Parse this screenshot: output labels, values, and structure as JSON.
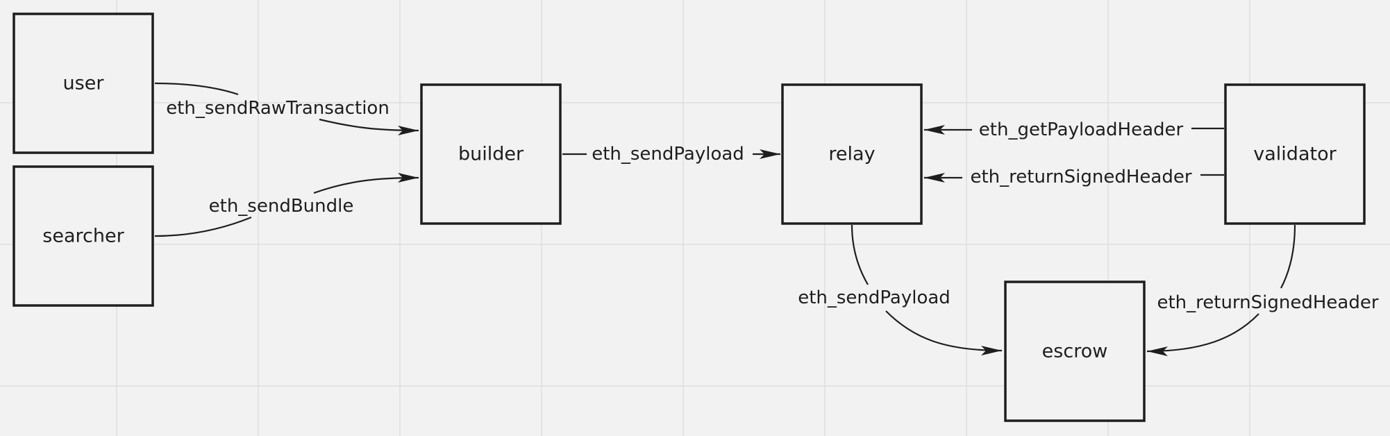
{
  "nodes": {
    "user": "user",
    "searcher": "searcher",
    "builder": "builder",
    "relay": "relay",
    "validator": "validator",
    "escrow": "escrow"
  },
  "edges": {
    "user_to_builder": "eth_sendRawTransaction",
    "searcher_to_builder": "eth_sendBundle",
    "builder_to_relay": "eth_sendPayload",
    "validator_to_relay_get": "eth_getPayloadHeader",
    "validator_to_relay_return": "eth_returnSignedHeader",
    "relay_to_escrow": "eth_sendPayload",
    "validator_to_escrow": "eth_returnSignedHeader"
  },
  "colors": {
    "background": "#f2f2f2",
    "grid": "#dedede",
    "stroke": "#1e1e1e"
  }
}
